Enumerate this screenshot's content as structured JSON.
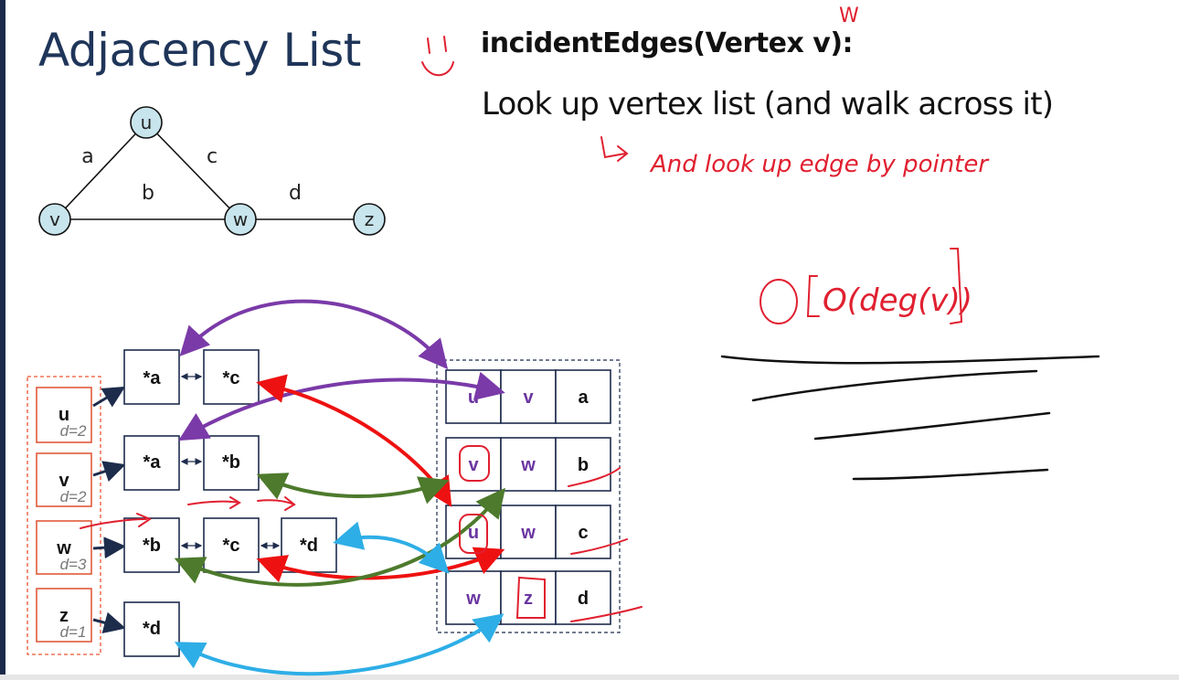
{
  "slide": {
    "title": "Adjacency List",
    "function_heading": "incidentEdges(Vertex v):",
    "description": "Look up vertex list (and walk across it)"
  },
  "graph": {
    "vertices": [
      "u",
      "v",
      "w",
      "z"
    ],
    "edges": [
      {
        "label": "a",
        "from": "u",
        "to": "v"
      },
      {
        "label": "b",
        "from": "v",
        "to": "w"
      },
      {
        "label": "c",
        "from": "u",
        "to": "w"
      },
      {
        "label": "d",
        "from": "w",
        "to": "z"
      }
    ]
  },
  "vertex_list": [
    {
      "key": "u",
      "degree": "d=2",
      "pointers": [
        "*a",
        "*c"
      ]
    },
    {
      "key": "v",
      "degree": "d=2",
      "pointers": [
        "*a",
        "*b"
      ]
    },
    {
      "key": "w",
      "degree": "d=3",
      "pointers": [
        "*b",
        "*c",
        "*d"
      ]
    },
    {
      "key": "z",
      "degree": "d=1",
      "pointers": [
        "*d"
      ]
    }
  ],
  "edge_list": [
    [
      "u",
      "v",
      "a"
    ],
    [
      "v",
      "w",
      "b"
    ],
    [
      "u",
      "w",
      "c"
    ],
    [
      "w",
      "z",
      "d"
    ]
  ],
  "annotations": {
    "w_over_v": "W",
    "note": "And look up edge by pointer",
    "complexity": "O(deg(v))"
  },
  "colors": {
    "vertex_fill": "#c8e4ec",
    "purple": "#7a3aa8",
    "red": "#ee1111",
    "green": "#4d7a2c",
    "blue": "#2eaee6",
    "dark_arrow": "#1e2c4c",
    "annotation_red": "#e02030"
  }
}
